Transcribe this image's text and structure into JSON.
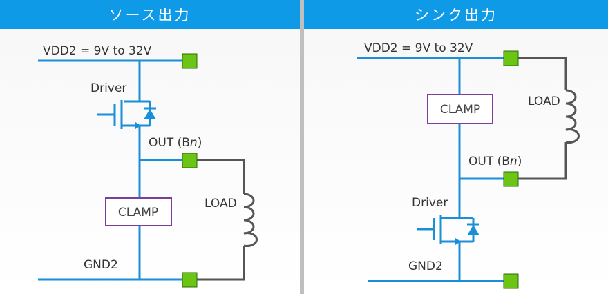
{
  "panels": {
    "source": {
      "title": "ソース出力",
      "vdd_label": "VDD2 = 9V to 32V",
      "driver_label": "Driver",
      "out_label_prefix": "OUT (B",
      "out_label_italic": "n",
      "out_label_suffix": ")",
      "clamp_label": "CLAMP",
      "load_label": "LOAD",
      "gnd_label": "GND2"
    },
    "sink": {
      "title": "シンク出力",
      "vdd_label": "VDD2 = 9V to 32V",
      "clamp_label": "CLAMP",
      "load_label": "LOAD",
      "out_label_prefix": "OUT (B",
      "out_label_italic": "n",
      "out_label_suffix": ")",
      "driver_label": "Driver",
      "gnd_label": "GND2"
    }
  },
  "colors": {
    "header": "#0f9ae8",
    "wire": "#1a8fd8",
    "load_wire": "#555555",
    "terminal": "#6cc414",
    "clamp_border": "#7b3f99",
    "divider": "#bfbfbf"
  }
}
